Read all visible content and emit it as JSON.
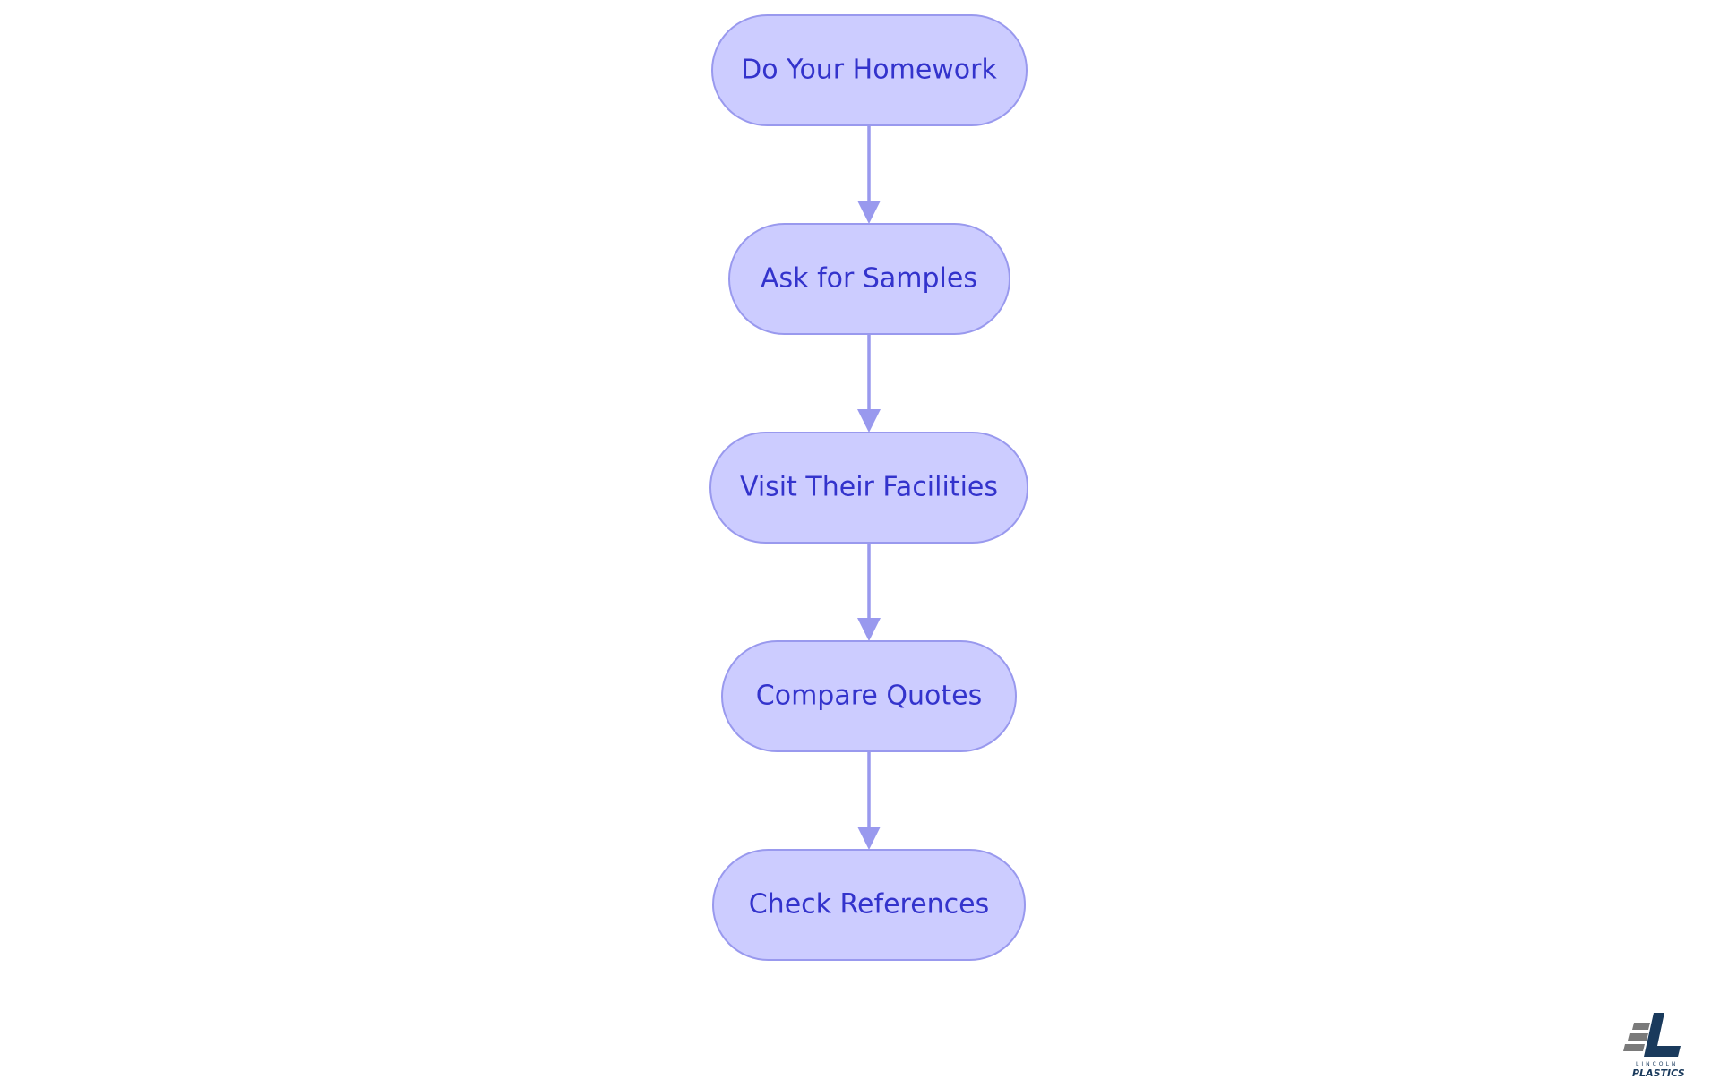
{
  "diagram": {
    "type": "flowchart",
    "direction": "top-to-bottom",
    "steps": [
      {
        "id": "step-1",
        "label": "Do Your Homework"
      },
      {
        "id": "step-2",
        "label": "Ask for Samples"
      },
      {
        "id": "step-3",
        "label": "Visit Their Facilities"
      },
      {
        "id": "step-4",
        "label": "Compare Quotes"
      },
      {
        "id": "step-5",
        "label": "Check References"
      }
    ],
    "edges": [
      {
        "from": "step-1",
        "to": "step-2"
      },
      {
        "from": "step-2",
        "to": "step-3"
      },
      {
        "from": "step-3",
        "to": "step-4"
      },
      {
        "from": "step-4",
        "to": "step-5"
      }
    ],
    "colors": {
      "node_fill": "#ccccff",
      "node_stroke": "#9999ee",
      "node_text": "#3333cc",
      "edge": "#9999ee"
    }
  },
  "logo": {
    "icon": "lincoln-plastics-logo-icon",
    "line_1": "LINCOLN",
    "line_2": "PLASTICS"
  }
}
